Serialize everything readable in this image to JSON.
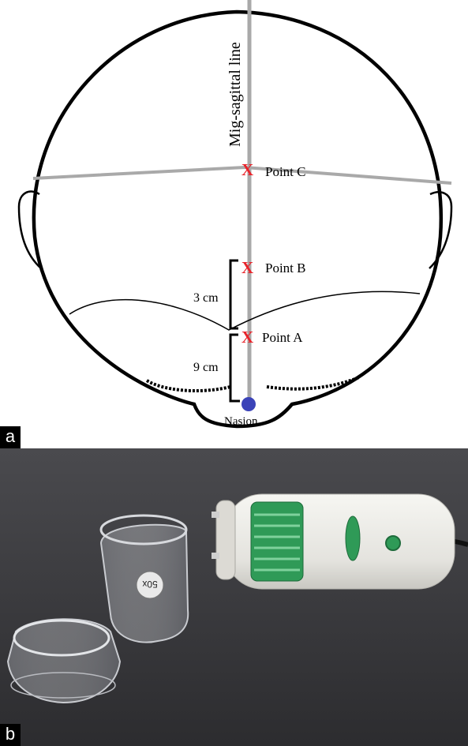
{
  "panel_a": {
    "tag": "a",
    "labels": {
      "midline": "Mig-sagittal line",
      "point_c": "Point C",
      "point_b": "Point B",
      "point_a": "Point A",
      "nasion": "Nasion",
      "dist_upper": "3 cm",
      "dist_lower": "9 cm",
      "marker": "X"
    },
    "colors": {
      "marker": "#e8242b",
      "nasion_dot": "#3b43b8",
      "guide_line": "#a9a9a9",
      "outline": "#000000"
    }
  },
  "panel_b": {
    "tag": "b",
    "lens_text": "50x",
    "colors": {
      "table": "#3b3b3e",
      "device_body": "#ecebe6",
      "device_accent": "#2f9a57"
    }
  }
}
